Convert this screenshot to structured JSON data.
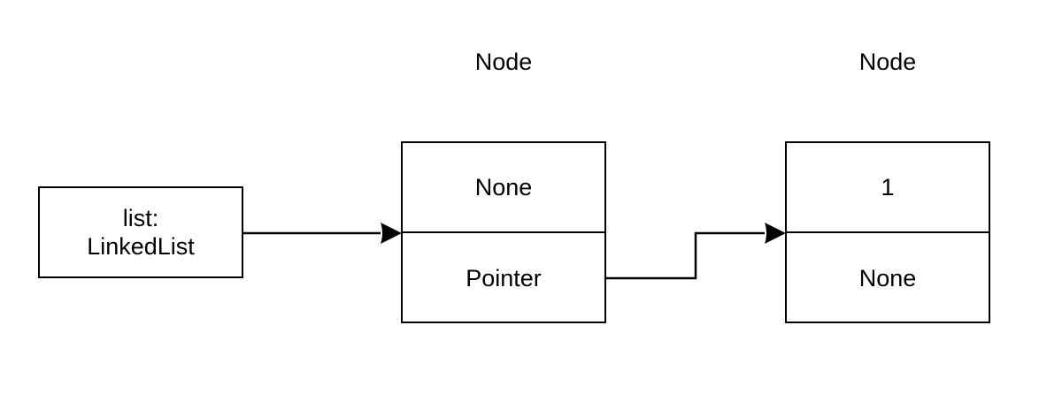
{
  "diagram": {
    "list": {
      "line1": "list:",
      "line2": "LinkedList"
    },
    "nodes": [
      {
        "title": "Node",
        "top": "None",
        "bottom": "Pointer"
      },
      {
        "title": "Node",
        "top": "1",
        "bottom": "None"
      }
    ],
    "colors": {
      "stroke": "#000000",
      "background": "#ffffff"
    }
  }
}
